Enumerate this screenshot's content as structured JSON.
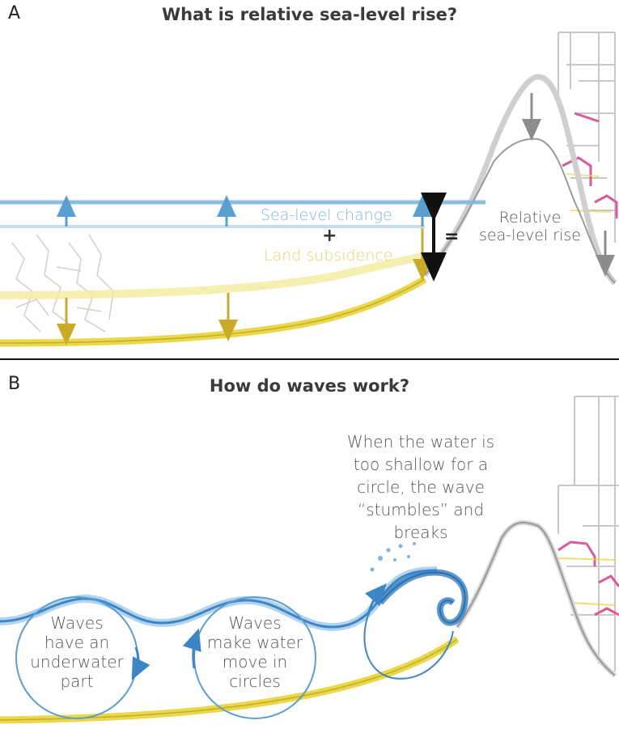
{
  "panel_a": {
    "letter": "A",
    "title": "What is relative sea-level rise?",
    "sea_level_label": "Sea-level change",
    "plus": "+",
    "land_label": "Land subsidence",
    "equals": "=",
    "relative_line1": "Relative",
    "relative_line2": "sea-level rise"
  },
  "panel_b": {
    "letter": "B",
    "title": "How do waves work?",
    "circle1_lines": [
      "Waves",
      "have an",
      "underwater",
      "part"
    ],
    "circle2_lines": [
      "Waves",
      "make water",
      "move in",
      "circles"
    ],
    "note_lines": [
      "When the water is",
      "too shallow for a",
      "circle, the wave",
      "“stumbles” and",
      "breaks"
    ]
  },
  "colors": {
    "sea_blue": "#7fb6dc",
    "wave_blue": "#3d86c6",
    "sand_yellow": "#e8d84a",
    "hill_grey": "#9a9a9a",
    "arrow_grey": "#8c8c8c",
    "house_pink": "#d85a9a"
  }
}
